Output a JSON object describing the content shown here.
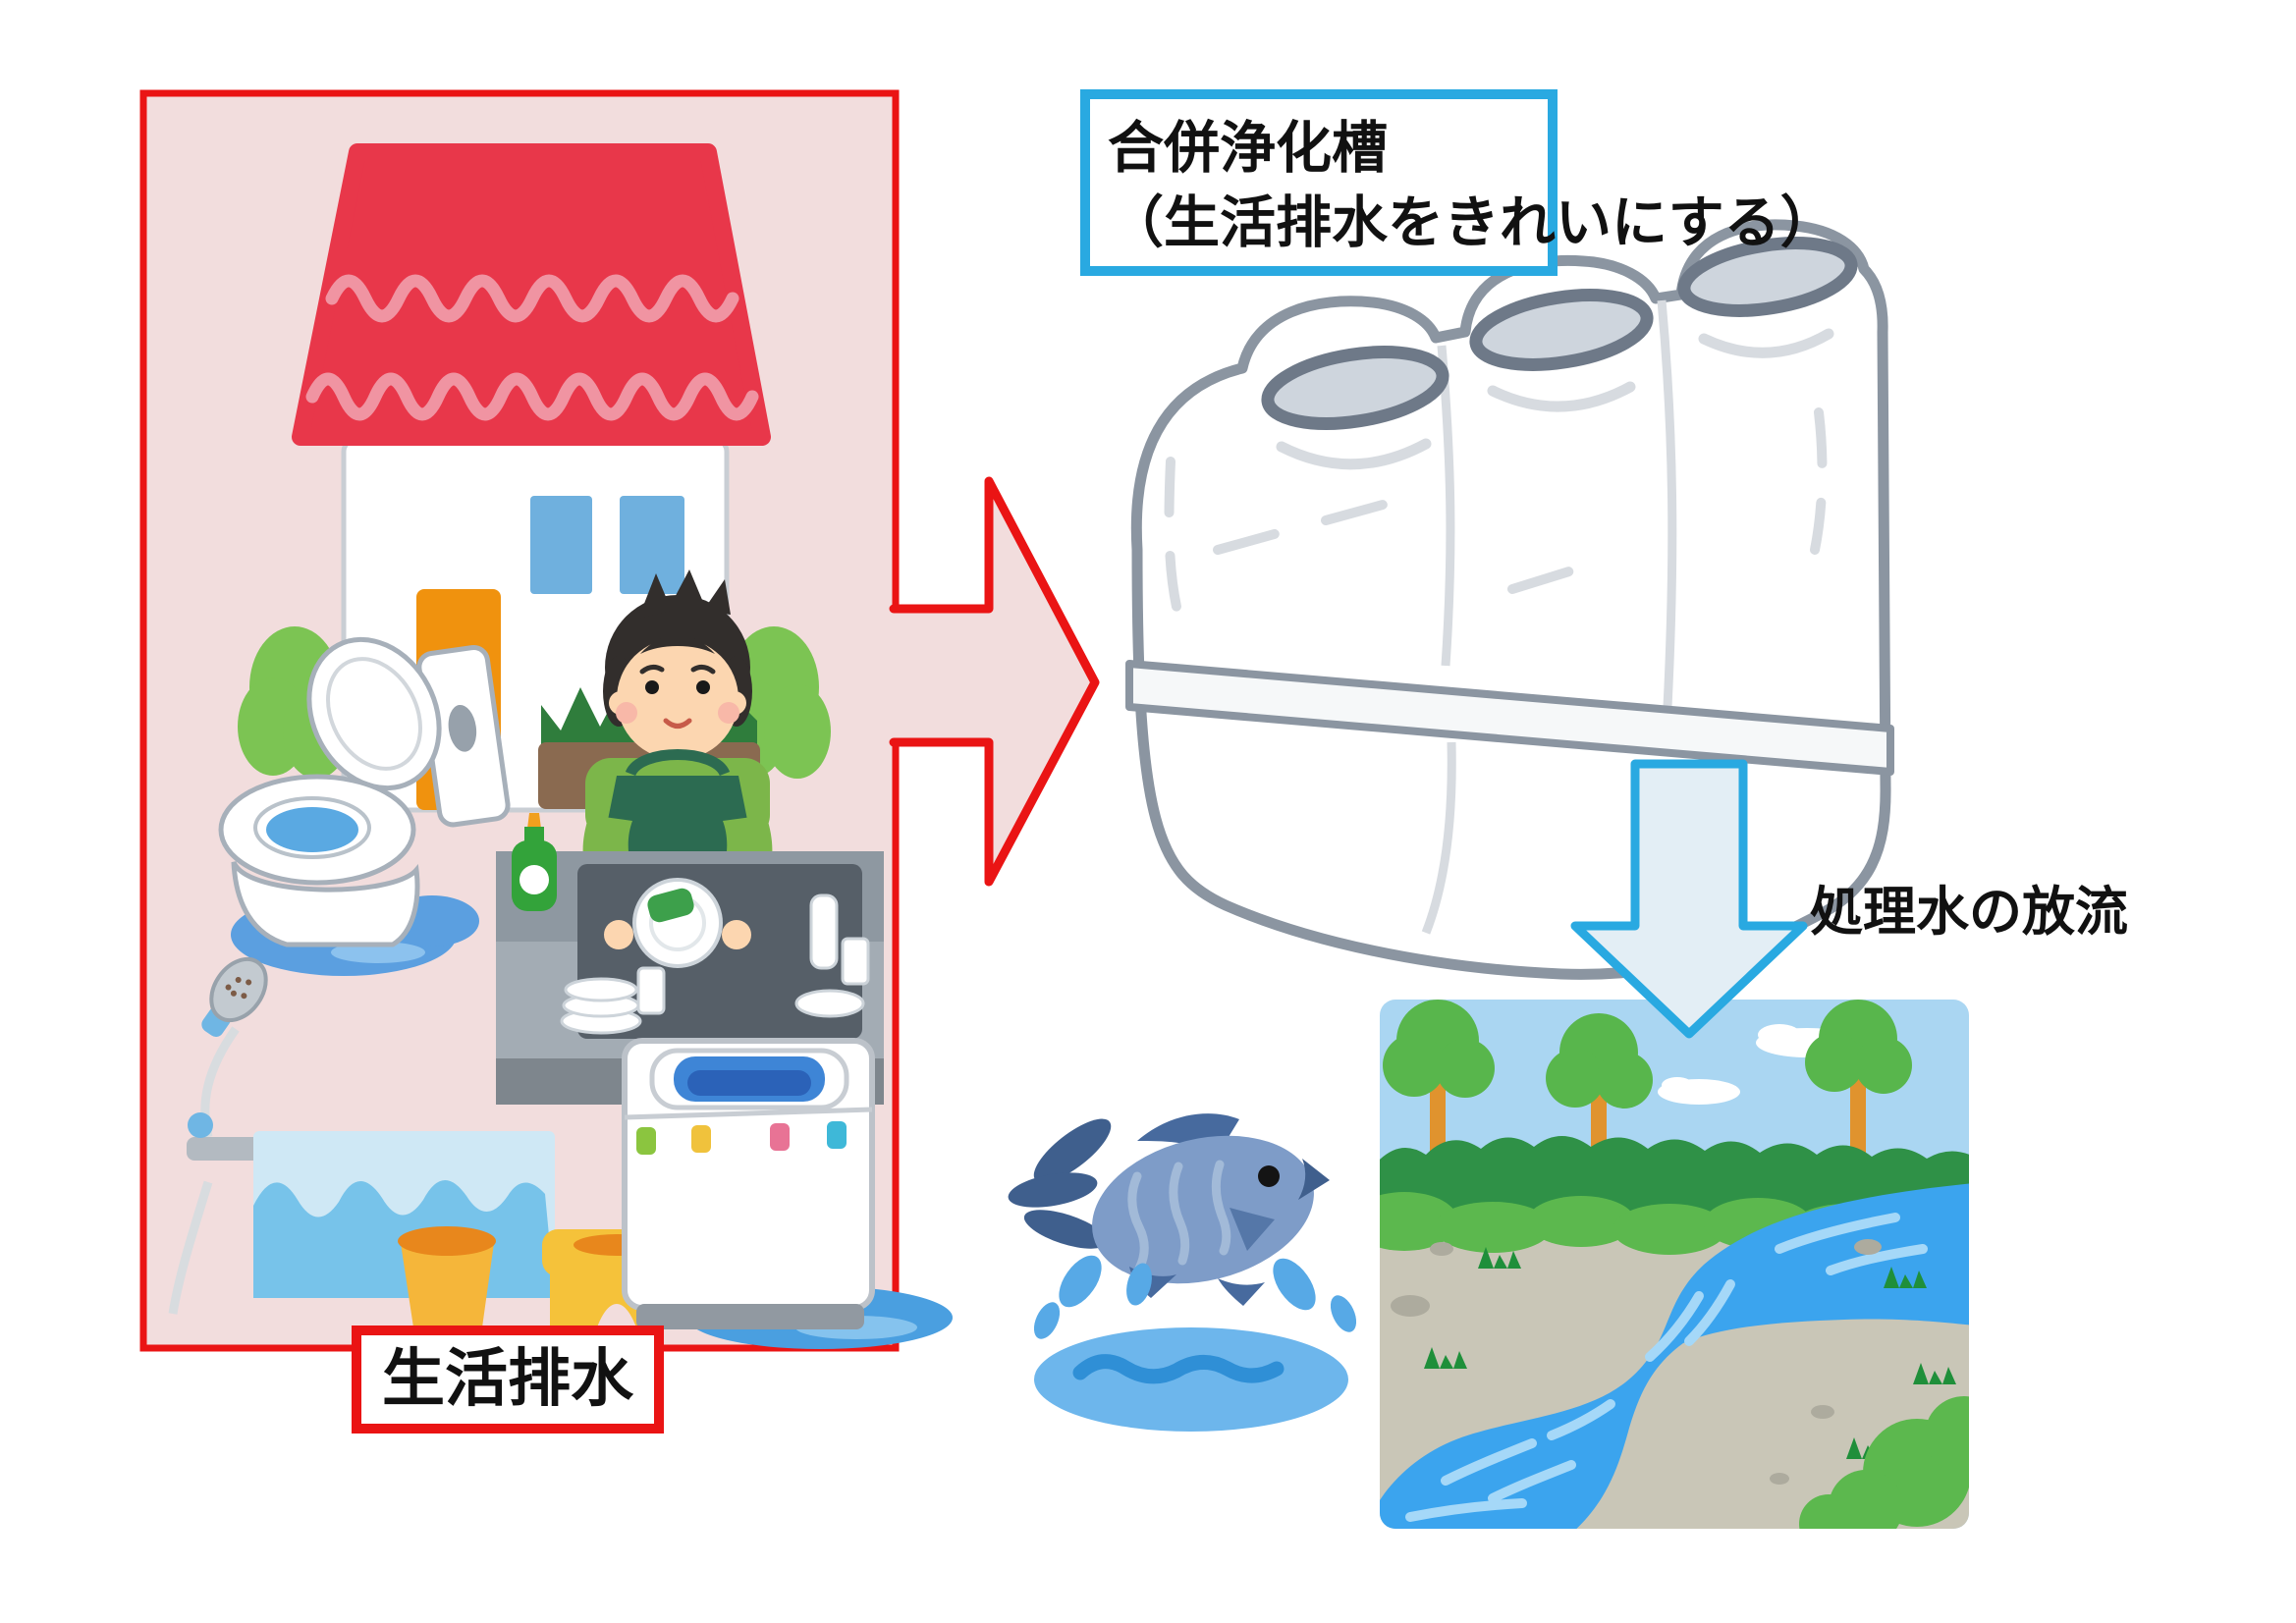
{
  "wastewater_panel": {
    "label": "生活排水",
    "bg_color": "#f2dddd",
    "border_color": "#ea1414",
    "illustrations": [
      "house",
      "toilet",
      "shower",
      "bathtub",
      "wash-bucket",
      "bath-stool",
      "dishwashing-person",
      "kitchen-sink",
      "dish-soap-bottle",
      "washing-machine"
    ]
  },
  "treatment_box": {
    "title_line1": "合併浄化槽",
    "title_line2": "（生活排水をきれいにする）",
    "border_color": "#29a9e1"
  },
  "septic_tank": {
    "name": "combined-septic-tank",
    "outline_color": "#8b95a1",
    "lid_count": 3
  },
  "discharge": {
    "label": "処理水の放流",
    "arrow_fill": "#e3eef5",
    "arrow_border": "#29a9e1"
  },
  "red_arrow": {
    "fill": "#f2dddd",
    "border": "#ea1414",
    "direction": "right"
  },
  "river_scene": {
    "name": "river-landscape",
    "sky_color": "#aad6f2",
    "river_color": "#3ba4ee",
    "bank_color": "#c9c6b7",
    "tree_color": "#58b64c"
  },
  "fish": {
    "name": "jumping-fish",
    "body_color": "#7e9cc8",
    "fin_color": "#3f5f8d",
    "splash_color": "#57a9e6"
  }
}
